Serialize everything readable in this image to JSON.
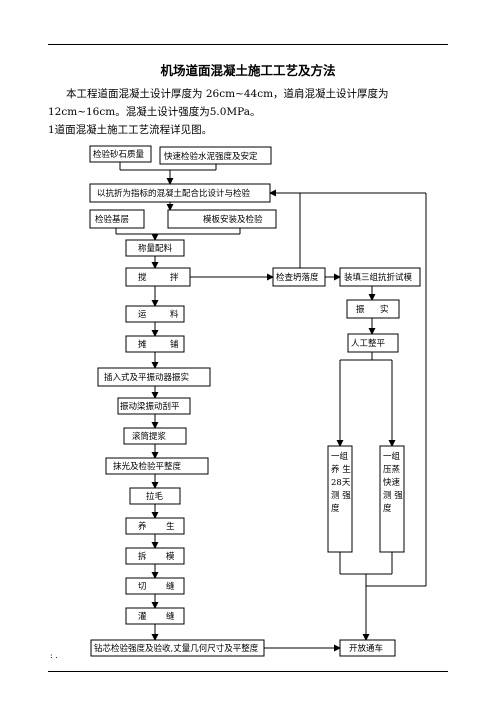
{
  "document": {
    "title": "机场道面混凝土施工工艺及方法",
    "paragraph_line1": "本工程道面混凝土设计厚度为 26cm~44cm，道肩混凝土设计厚度为",
    "paragraph_line2": "12cm~16cm。混凝土设计强度为5.0MPa。",
    "paragraph_line3": "1道面混凝土施工工艺流程详见图。",
    "footer_mark": ":   ."
  },
  "flowchart": {
    "check_aggregate": "检验砂石质量",
    "fast_cement_test": "快速检验水泥强度及安定",
    "mix_design": "以抗折为指标的混凝土配合比设计与检验",
    "check_base": "检验基层",
    "formwork": "模板安装及检验",
    "weigh": "称量配料",
    "mix_1": "搅",
    "mix_2": "拌",
    "slump": "检查坍落度",
    "specimens": "装填三组抗折试模",
    "transport_1": "运",
    "transport_2": "料",
    "vibrate_1": "振",
    "vibrate_2": "实",
    "spread_1": "摊",
    "spread_2": "铺",
    "manual_level": "人工整平",
    "insert_vibrator": "插入式及平振动器振实",
    "beam_vibrate": "振动梁振动刮平",
    "roller": "滚筒提浆",
    "smooth": "抹光及检验平整度",
    "texture": "拉毛",
    "cure_1": "养",
    "cure_2": "生",
    "demold_1": "拆",
    "demold_2": "模",
    "cut_1": "切",
    "cut_2": "缝",
    "fill_1": "灌",
    "fill_2": "缝",
    "final_check": "钻芯检验强度及验收,丈量几何尺寸及平整度",
    "open_traffic": "开放通车",
    "group28_lines": [
      "一组",
      "养 生",
      "28天",
      "测 强",
      "度"
    ],
    "groupsteam_lines": [
      "一组",
      "压蒸",
      "快速",
      "测 强",
      "度"
    ]
  }
}
